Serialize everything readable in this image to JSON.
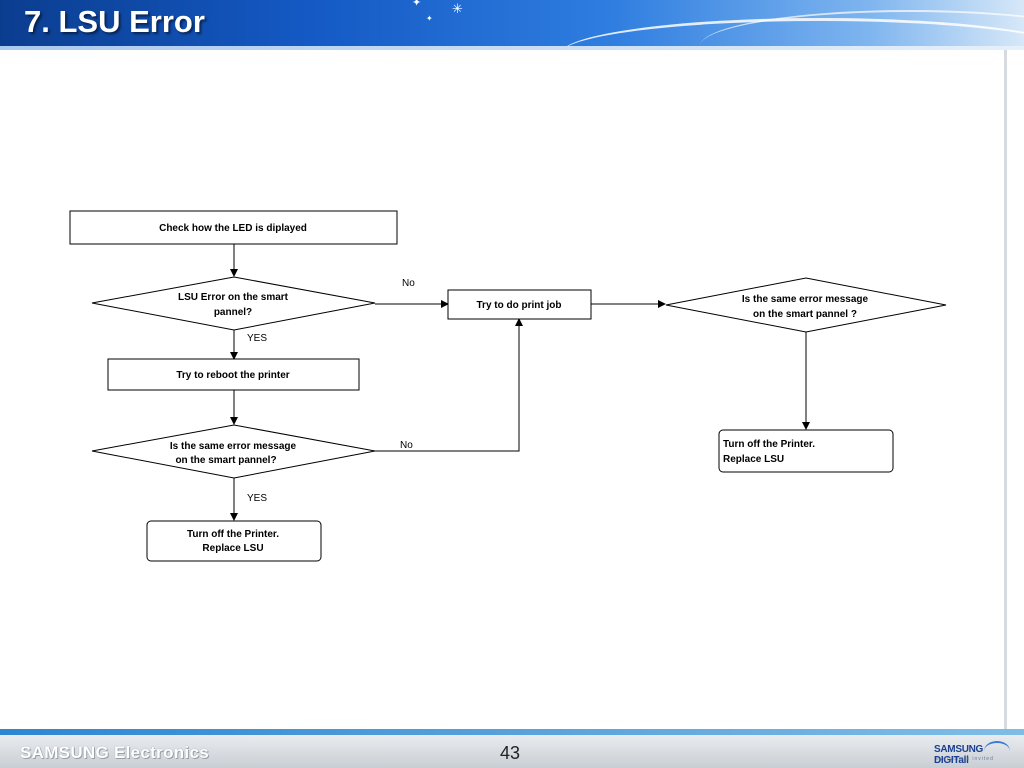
{
  "header": {
    "title": "7. LSU Error"
  },
  "flowchart": {
    "nodes": {
      "check_led": "Check how the LED is diplayed",
      "lsu_error_q": [
        "LSU Error on the smart",
        "pannel?"
      ],
      "reboot": "Try to reboot the printer",
      "same_error_q1": [
        "Is the same error message",
        "on the smart pannel?"
      ],
      "replace1": [
        "Turn off the Printer.",
        "Replace LSU"
      ],
      "print_job": "Try to do print job",
      "same_error_q2": [
        "Is the same error message",
        "on the smart pannel ?"
      ],
      "replace2": [
        "Turn off the Printer.",
        "Replace LSU"
      ]
    },
    "edge_labels": {
      "no_1": "No",
      "yes_1": "YES",
      "no_2": "No",
      "yes_2": "YES"
    }
  },
  "footer": {
    "brand": "SAMSUNG Electronics",
    "page_number": "43",
    "logo_text": "SAMSUNG DIGITall",
    "logo_sub": "everyone's invited"
  },
  "colors": {
    "header_blue": "#1459c4",
    "line": "#000000",
    "footer_band": "#2e86d1"
  }
}
